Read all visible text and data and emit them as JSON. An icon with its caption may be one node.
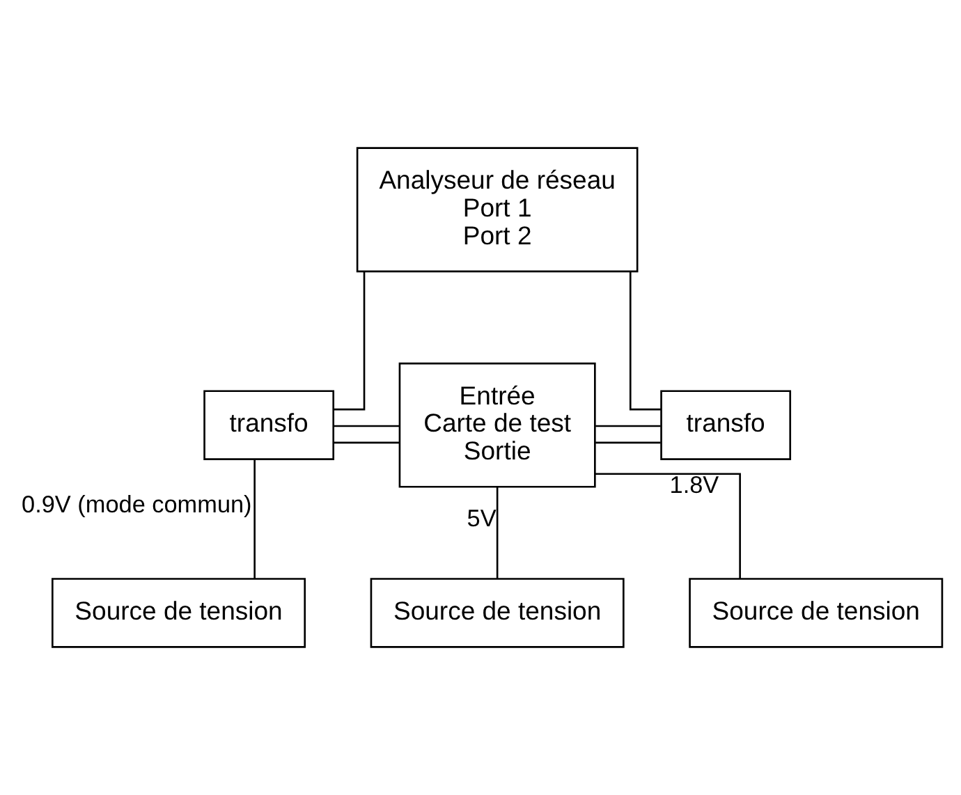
{
  "diagram": {
    "nodes": [
      {
        "text": [
          "Analyseur de réseau",
          "Port 1",
          "Port 2"
        ]
      },
      {
        "text": [
          "transfo"
        ]
      },
      {
        "text": [
          "Entrée",
          "Carte de test",
          "Sortie"
        ]
      },
      {
        "text": [
          "transfo"
        ]
      },
      {
        "text": [
          "Source de tension"
        ]
      },
      {
        "text": [
          "Source de tension"
        ]
      },
      {
        "text": [
          "Source de tension"
        ]
      }
    ],
    "edges": [
      {
        "from": 0,
        "to": 1,
        "arrow": "none"
      },
      {
        "from": 0,
        "to": 3,
        "arrow": "none"
      },
      {
        "from": 1,
        "to": 2,
        "arrow": "none"
      },
      {
        "from": 1,
        "to": 2,
        "arrow": "none"
      },
      {
        "from": 2,
        "to": 3,
        "arrow": "none"
      },
      {
        "from": 2,
        "to": 3,
        "arrow": "none"
      },
      {
        "from": 1,
        "to": 4,
        "arrow": "none",
        "label": "0.9V (mode commun)"
      },
      {
        "from": 2,
        "to": 5,
        "arrow": "none",
        "label": "5V"
      },
      {
        "from": 2,
        "to": 6,
        "arrow": "none",
        "label": "1.8V"
      }
    ]
  }
}
